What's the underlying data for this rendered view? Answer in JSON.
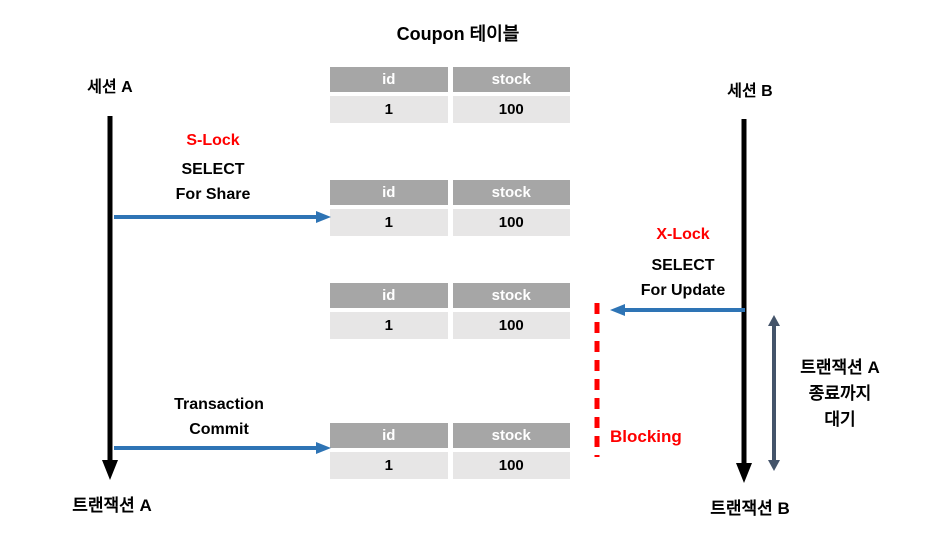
{
  "title": "Coupon 테이블",
  "table": {
    "headers": [
      "id",
      "stock"
    ],
    "row": [
      "1",
      "100"
    ]
  },
  "session_a": {
    "label": "세션 A",
    "end_label": "트랜잭션 A"
  },
  "session_b": {
    "label": "세션 B",
    "end_label": "트랜잭션 B"
  },
  "labels": {
    "s_lock": "S-Lock",
    "select_for_share_line1": "SELECT",
    "select_for_share_line2": "For Share",
    "x_lock": "X-Lock",
    "select_for_update_line1": "SELECT",
    "select_for_update_line2": "For Update",
    "transaction_commit_line1": "Transaction",
    "transaction_commit_line2": "Commit",
    "blocking": "Blocking",
    "wait_line1": "트랜잭션 A",
    "wait_line2": "종료까지",
    "wait_line3": "대기"
  },
  "colors": {
    "lifeline_black": "#000000",
    "arrow_blue": "#2e74b5",
    "lock_red": "#ff0000",
    "wait_arrow_slate": "#44546a",
    "table_header_bg": "#a6a6a6",
    "table_row_bg": "#e7e6e6"
  }
}
